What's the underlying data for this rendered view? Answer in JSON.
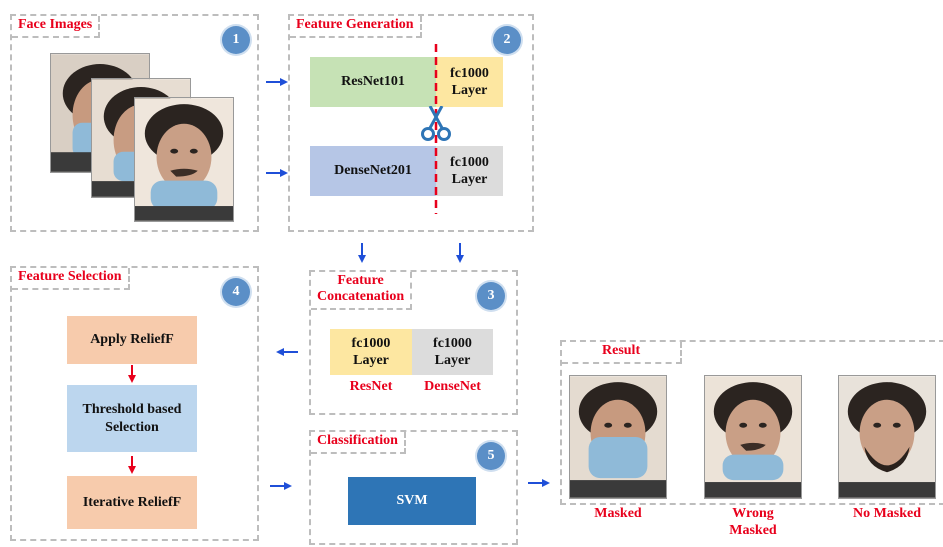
{
  "panels": {
    "face_images": {
      "title": "Face Images",
      "badge": "1"
    },
    "feature_generation": {
      "title": "Feature Generation",
      "badge": "2"
    },
    "feature_concatenation": {
      "title": "Feature\nConcatenation",
      "badge": "3"
    },
    "feature_selection": {
      "title": "Feature Selection",
      "badge": "4"
    },
    "classification": {
      "title": "Classification",
      "badge": "5"
    },
    "result": {
      "title": "Result"
    }
  },
  "generation": {
    "resnet": "ResNet101",
    "resnet_fc": "fc1000\nLayer",
    "densenet": "DenseNet201",
    "densenet_fc": "fc1000\nLayer"
  },
  "concatenation": {
    "resnet_fc": "fc1000\nLayer",
    "densenet_fc": "fc1000\nLayer",
    "resnet_label": "ResNet",
    "densenet_label": "DenseNet"
  },
  "selection": {
    "step1": "Apply ReliefF",
    "step2": "Threshold based\nSelection",
    "step3": "Iterative ReliefF"
  },
  "classification": {
    "model": "SVM"
  },
  "result": {
    "labels": [
      "Masked",
      "Wrong\nMasked",
      "No Masked"
    ]
  },
  "colors": {
    "accent_red": "#e8001c",
    "arrow_blue": "#1f4fd8",
    "resnet_green": "#c6e2b5",
    "densenet_blue": "#b6c6e6",
    "fc_yellow": "#fde7a1",
    "fc_gray": "#dcdcdc",
    "step_orange": "#f7cbac",
    "step_blue": "#bcd6ee",
    "svm_blue": "#2e75b6"
  },
  "icons": [
    "scissors-icon",
    "arrow-right-icon",
    "arrow-left-icon",
    "arrow-down-icon"
  ]
}
